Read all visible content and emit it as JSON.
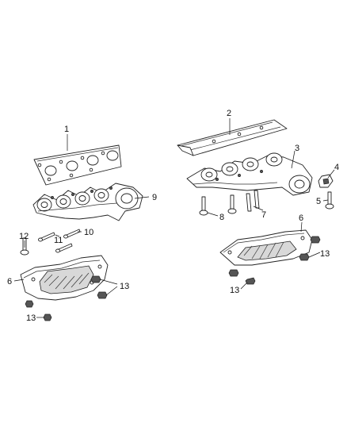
{
  "callouts": {
    "c1": "1",
    "c2": "2",
    "c3": "3",
    "c4": "4",
    "c5": "5",
    "c6_left": "6",
    "c6_right": "6",
    "c7": "7",
    "c8": "8",
    "c9": "9",
    "c10": "10",
    "c11": "11",
    "c12": "12",
    "c13_left_a": "13",
    "c13_left_b": "13",
    "c13_right_a": "13",
    "c13_right_b": "13"
  }
}
